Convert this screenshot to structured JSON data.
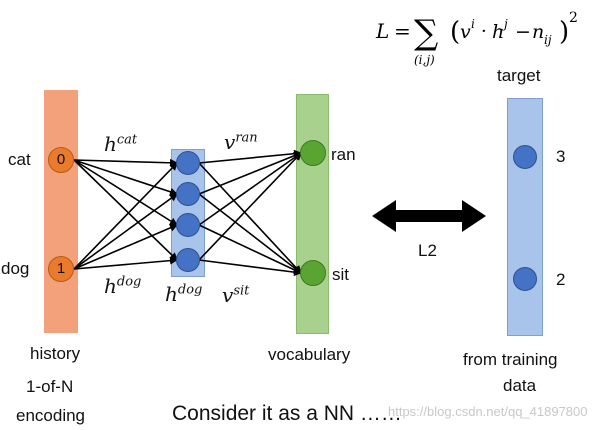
{
  "formula": {
    "lhs": "L",
    "eq": "=",
    "sum": "∑",
    "sub": "(i,j)",
    "lparen": "(",
    "v": "v",
    "v_sup": "i",
    "dot": "·",
    "h": "h",
    "h_sup": "j",
    "minus": "−",
    "n": "n",
    "n_sub": "ij",
    "rparen": ")",
    "power": "2"
  },
  "inputs": {
    "cat_label": "cat",
    "dog_label": "dog",
    "cat_value": "0",
    "dog_value": "1"
  },
  "edges": {
    "h_cat": {
      "base": "h",
      "sup": "cat"
    },
    "h_dog": {
      "base": "h",
      "sup": "dog"
    },
    "h_dog_lower": {
      "base": "h",
      "sup": "dog"
    },
    "v_ran": {
      "base": "v",
      "sup": "ran"
    },
    "v_sit": {
      "base": "v",
      "sup": "sit"
    }
  },
  "outputs": {
    "ran_label": "ran",
    "sit_label": "sit"
  },
  "target": {
    "title": "target",
    "value_top": "3",
    "value_bottom": "2"
  },
  "arrow_label": "L2",
  "captions": {
    "history": "history",
    "encoding_line1": "1-of-N",
    "encoding_line2": "encoding",
    "vocabulary": "vocabulary",
    "from_training_line1": "from training",
    "from_training_line2": "data",
    "consider": "Consider it as a NN ……"
  },
  "watermark": "https://blog.csdn.net/qq_41897800",
  "colors": {
    "history_bar": "#f3a17a",
    "input_node": "#ea7a2c",
    "hidden_bar": "#a9c4ea",
    "hidden_node": "#4472c4",
    "vocab_bar": "#a9d18e",
    "output_node": "#5aa532",
    "arrow": "#000000"
  }
}
